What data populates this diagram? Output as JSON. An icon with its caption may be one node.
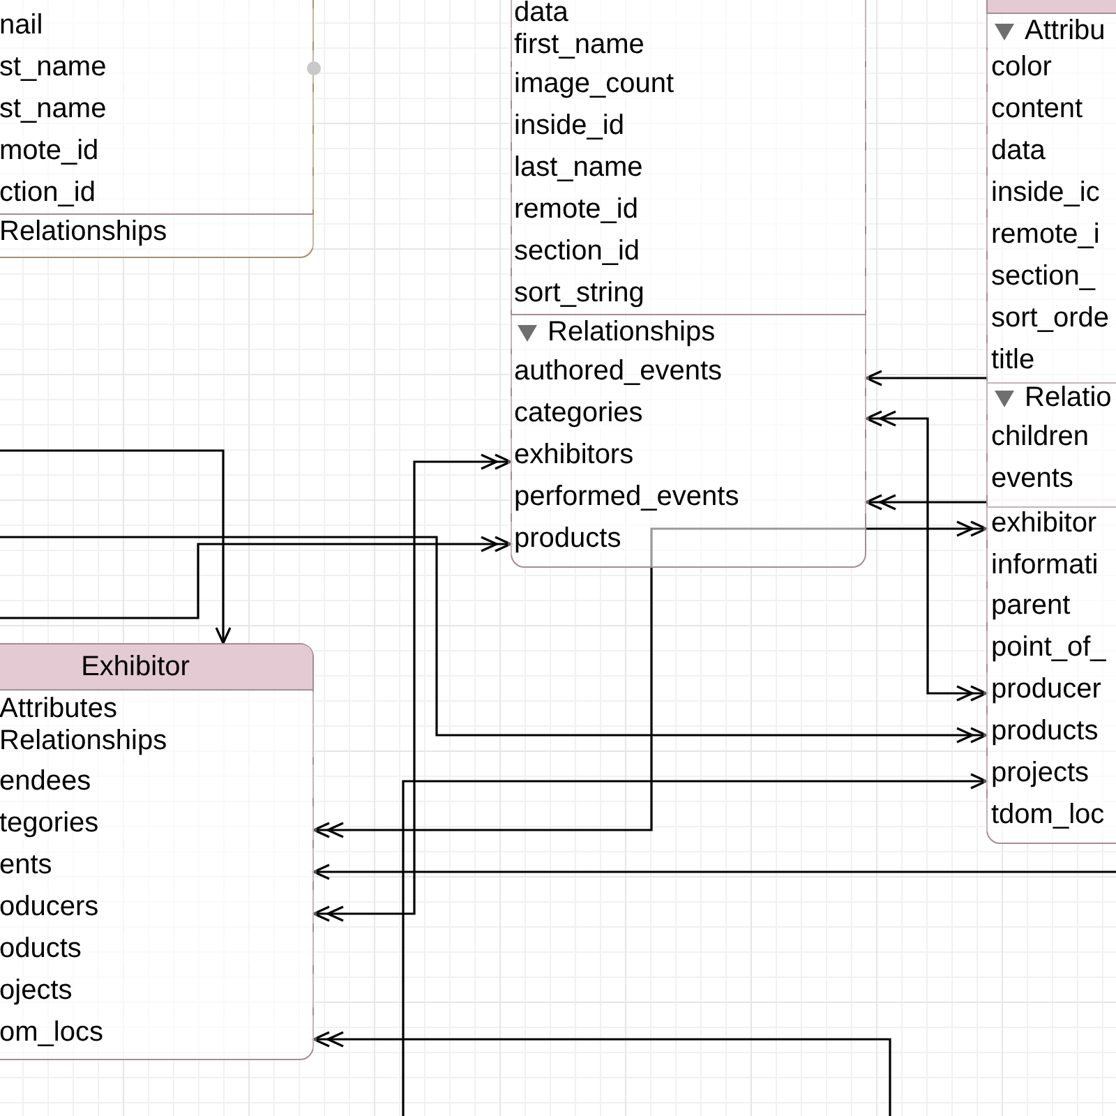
{
  "diagram": {
    "nodes": [
      {
        "text": [],
        "shape": "box"
      },
      {
        "text": [
          "nail"
        ],
        "in": 0
      },
      {
        "text": [
          "st_name"
        ],
        "in": 0
      },
      {
        "text": [
          "st_name"
        ],
        "in": 0
      },
      {
        "text": [
          "mote_id"
        ],
        "in": 0
      },
      {
        "text": [
          "ction_id"
        ],
        "in": 0
      },
      {
        "text": [
          "Relationships"
        ],
        "in": 0
      },
      {
        "text": [],
        "shape": "box"
      },
      {
        "text": [
          "data"
        ],
        "in": 7
      },
      {
        "text": [
          "first_name"
        ],
        "in": 7
      },
      {
        "text": [
          "image_count"
        ],
        "in": 7
      },
      {
        "text": [
          "inside_id"
        ],
        "in": 7
      },
      {
        "text": [
          "last_name"
        ],
        "in": 7
      },
      {
        "text": [
          "remote_id"
        ],
        "in": 7
      },
      {
        "text": [
          "section_id"
        ],
        "in": 7
      },
      {
        "text": [
          "sort_string"
        ],
        "in": 7
      },
      {
        "text": [
          "Relationships"
        ],
        "in": 7
      },
      {
        "text": [
          "authored_events"
        ],
        "in": 7
      },
      {
        "text": [
          "categories"
        ],
        "in": 7
      },
      {
        "text": [
          "exhibitors"
        ],
        "in": 7
      },
      {
        "text": [
          "performed_events"
        ],
        "in": 7
      },
      {
        "text": [
          "products"
        ],
        "in": 7
      },
      {
        "text": [],
        "shape": "box"
      },
      {
        "text": [
          "Attribu"
        ],
        "in": 22
      },
      {
        "text": [
          "color"
        ],
        "in": 22
      },
      {
        "text": [
          "content"
        ],
        "in": 22
      },
      {
        "text": [
          "data"
        ],
        "in": 22
      },
      {
        "text": [
          "inside_ic"
        ],
        "in": 22
      },
      {
        "text": [
          "remote_i"
        ],
        "in": 22
      },
      {
        "text": [
          "section_"
        ],
        "in": 22
      },
      {
        "text": [
          "sort_orde"
        ],
        "in": 22
      },
      {
        "text": [
          "title"
        ],
        "in": 22
      },
      {
        "text": [
          "Relatio"
        ],
        "in": 22
      },
      {
        "text": [
          "children"
        ],
        "in": 22
      },
      {
        "text": [
          "events"
        ],
        "in": 22
      },
      {
        "text": [
          "exhibitor"
        ],
        "in": 22
      },
      {
        "text": [
          "informati"
        ],
        "in": 22
      },
      {
        "text": [
          "parent"
        ],
        "in": 22
      },
      {
        "text": [
          "point_of_"
        ],
        "in": 22
      },
      {
        "text": [
          "producer"
        ],
        "in": 22
      },
      {
        "text": [
          "products"
        ],
        "in": 22
      },
      {
        "text": [
          "projects"
        ],
        "in": 22
      },
      {
        "text": [
          "tdom_loc"
        ],
        "in": 22
      },
      {
        "text": [
          "Exhibitor"
        ]
      },
      {
        "text": [
          "Attributes"
        ],
        "in": 43
      },
      {
        "text": [
          "Relationships"
        ],
        "in": 43
      },
      {
        "text": [
          "endees"
        ],
        "in": 43
      },
      {
        "text": [
          "tegories"
        ],
        "in": 43
      },
      {
        "text": [
          "ents"
        ],
        "in": 43
      },
      {
        "text": [
          "oducers"
        ],
        "in": 43
      },
      {
        "text": [
          "oducts"
        ],
        "in": 43
      },
      {
        "text": [
          "ojects"
        ],
        "in": 43
      },
      {
        "text": [
          "om_locs"
        ],
        "in": 43
      }
    ],
    "edges": [
      {
        "from": null,
        "to": 43,
        "arrow": "to"
      },
      {
        "from": null,
        "to": 40,
        "arrow": "to"
      },
      {
        "from": null,
        "to": 21,
        "arrow": "to"
      },
      {
        "from": 49,
        "to": 19,
        "arrow": "both"
      },
      {
        "from": 47,
        "to": 35,
        "arrow": "both"
      },
      {
        "from": 22,
        "to": 17,
        "arrow": "to"
      },
      {
        "from": 18,
        "to": 39,
        "arrow": "both"
      },
      {
        "from": 22,
        "to": 20,
        "arrow": "to"
      },
      {
        "from": null,
        "to": 41,
        "arrow": "to"
      },
      {
        "from": null,
        "to": 48,
        "arrow": "to"
      },
      {
        "from": null,
        "to": 52,
        "arrow": "to"
      }
    ]
  }
}
